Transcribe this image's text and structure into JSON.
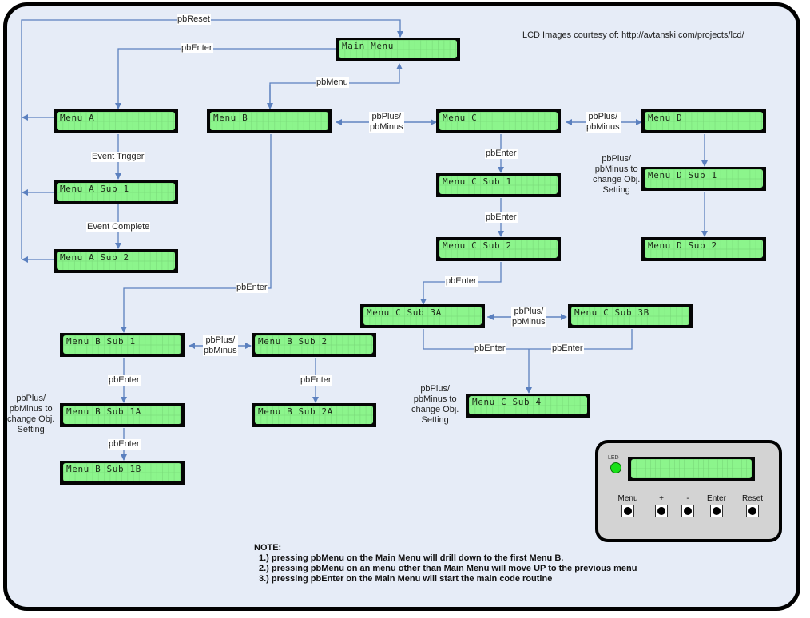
{
  "credit": "LCD Images courtesy of: http://avtanski.com/projects/lcd/",
  "colors": {
    "wire": "#5b80bf",
    "lcd_screen": "#8cf58c",
    "background": "#e6ecf7",
    "led": "#19e019"
  },
  "lcds": {
    "main_menu": "Main Menu",
    "menu_a": "Menu A",
    "menu_a_sub1": "Menu A Sub 1",
    "menu_a_sub2": "Menu A Sub 2",
    "menu_b": "Menu B",
    "menu_b_sub1": "Menu B Sub 1",
    "menu_b_sub1a": "Menu B Sub 1A",
    "menu_b_sub1b": "Menu B Sub 1B",
    "menu_b_sub2": "Menu B Sub 2",
    "menu_b_sub2a": "Menu B Sub 2A",
    "menu_c": "Menu C",
    "menu_c_sub1": "Menu C Sub 1",
    "menu_c_sub2": "Menu C Sub 2",
    "menu_c_sub3a": "Menu C Sub 3A",
    "menu_c_sub3b": "Menu C Sub 3B",
    "menu_c_sub4": "Menu C Sub 4",
    "menu_d": "Menu D",
    "menu_d_sub1": "Menu D Sub 1",
    "menu_d_sub2": "Menu D Sub 2"
  },
  "labels": {
    "pb_reset": "pbReset",
    "pb_enter": "pbEnter",
    "pb_menu": "pbMenu",
    "pb_plus_minus": "pbPlus/\npbMinus",
    "event_trigger": "Event Trigger",
    "event_complete": "Event Complete",
    "change_setting": "pbPlus/\npbMinus to\nchange Obj.\nSetting"
  },
  "device": {
    "led_label": "LED",
    "buttons": [
      "Menu",
      "+",
      "-",
      "Enter",
      "Reset"
    ]
  },
  "note": {
    "title": "NOTE:",
    "items": [
      "1.) pressing pbMenu on the Main Menu will drill down to the first Menu B.",
      "2.) pressing pbMenu on an menu other than Main Menu will move UP to the previous menu",
      "3.) pressing pbEnter on the Main Menu will start the main code routine"
    ]
  }
}
